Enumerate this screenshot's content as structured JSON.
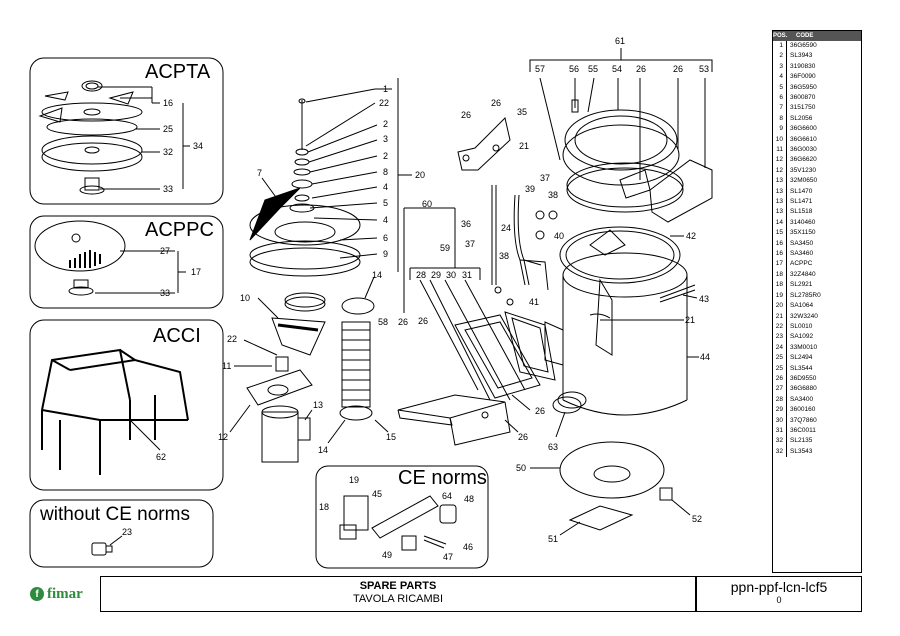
{
  "sections": {
    "acpta": "ACPTA",
    "acppc": "ACPPC",
    "acci": "ACCI",
    "without_ce": "without CE norms",
    "ce_norms": "CE norms"
  },
  "callouts": {
    "c1": "1",
    "c22a": "22",
    "c2a": "2",
    "c3": "3",
    "c2b": "2",
    "c8": "8",
    "c4a": "4",
    "c5": "5",
    "c4b": "4",
    "c6": "6",
    "c9": "9",
    "c20": "20",
    "c7": "7",
    "c16": "16",
    "c25": "25",
    "c32": "32",
    "c34": "34",
    "c33a": "33",
    "c27": "27",
    "c17": "17",
    "c33b": "33",
    "c62": "62",
    "c22b": "22",
    "c11": "11",
    "c12": "12",
    "c13": "13",
    "c10": "10",
    "c14a": "14",
    "c14b": "14",
    "c15": "15",
    "c23": "23",
    "c19": "19",
    "c45": "45",
    "c64": "64",
    "c48": "48",
    "c18": "18",
    "c46": "46",
    "c49": "49",
    "c47": "47",
    "c26a": "26",
    "c26b": "26",
    "c35": "35",
    "c21a": "21",
    "c39": "39",
    "c36": "36",
    "c24": "24",
    "c37a": "37",
    "c38a": "38",
    "c40": "40",
    "c60": "60",
    "c59": "59",
    "c37b": "37",
    "c38b": "38",
    "c41": "41",
    "c28": "28",
    "c29": "29",
    "c30": "30",
    "c31": "31",
    "c58": "58",
    "c26c": "26",
    "c26d": "26",
    "c26e": "26",
    "c26f": "26",
    "c61": "61",
    "c57": "57",
    "c56": "56",
    "c55": "55",
    "c54": "54",
    "c26g": "26",
    "c26h": "26",
    "c53": "53",
    "c42": "42",
    "c43": "43",
    "c21b": "21",
    "c44": "44",
    "c63": "63",
    "c50": "50",
    "c52": "52",
    "c51": "51"
  },
  "parts_list": {
    "header_pos": "POS.",
    "header_code": "CODE",
    "rows": [
      {
        "pos": "1",
        "code": "36G6590"
      },
      {
        "pos": "2",
        "code": "SL3943"
      },
      {
        "pos": "3",
        "code": "3190830"
      },
      {
        "pos": "4",
        "code": "36F0090"
      },
      {
        "pos": "5",
        "code": "36G5950"
      },
      {
        "pos": "6",
        "code": "3600870"
      },
      {
        "pos": "7",
        "code": "3151750"
      },
      {
        "pos": "8",
        "code": "SL2056"
      },
      {
        "pos": "9",
        "code": "36G6600"
      },
      {
        "pos": "10",
        "code": "36G6610"
      },
      {
        "pos": "11",
        "code": "36G0030"
      },
      {
        "pos": "12",
        "code": "36G6620"
      },
      {
        "pos": "12",
        "code": "35V1230"
      },
      {
        "pos": "13",
        "code": "32M0650"
      },
      {
        "pos": "13",
        "code": "SL1470"
      },
      {
        "pos": "13",
        "code": "SL1471"
      },
      {
        "pos": "13",
        "code": "SL1518"
      },
      {
        "pos": "14",
        "code": "3140460"
      },
      {
        "pos": "15",
        "code": "35X1150"
      },
      {
        "pos": "16",
        "code": "SA3450"
      },
      {
        "pos": "16",
        "code": "SA3460"
      },
      {
        "pos": "17",
        "code": "ACPPC"
      },
      {
        "pos": "18",
        "code": "32Z4840"
      },
      {
        "pos": "18",
        "code": "SL2921"
      },
      {
        "pos": "19",
        "code": "SL2785R0"
      },
      {
        "pos": "20",
        "code": "SA1064"
      },
      {
        "pos": "21",
        "code": "32W3240"
      },
      {
        "pos": "22",
        "code": "SL0010"
      },
      {
        "pos": "23",
        "code": "SA1092"
      },
      {
        "pos": "24",
        "code": "33M0010"
      },
      {
        "pos": "25",
        "code": "SL2494"
      },
      {
        "pos": "25",
        "code": "SL3544"
      },
      {
        "pos": "26",
        "code": "36D9550"
      },
      {
        "pos": "27",
        "code": "36G6880"
      },
      {
        "pos": "28",
        "code": "SA3400"
      },
      {
        "pos": "29",
        "code": "3600160"
      },
      {
        "pos": "30",
        "code": "37Q7860"
      },
      {
        "pos": "31",
        "code": "36C0011"
      },
      {
        "pos": "32",
        "code": "SL2135"
      },
      {
        "pos": "32",
        "code": "SL3543"
      }
    ]
  },
  "footer": {
    "logo_mark": "f",
    "logo_text": "fimar",
    "title": "SPARE PARTS",
    "subtitle": "TAVOLA RICAMBI",
    "model": "ppn-ppf-lcn-lcf5",
    "revision": "0"
  }
}
